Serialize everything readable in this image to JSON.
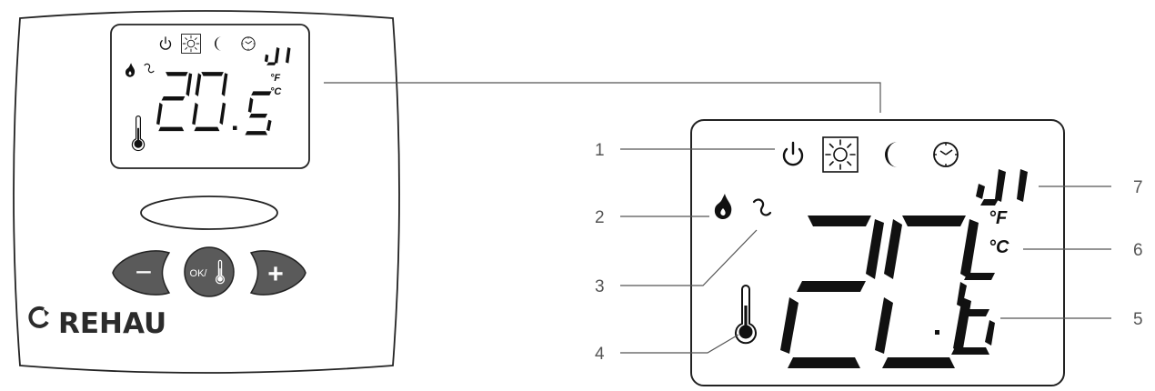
{
  "device": {
    "brand": "REHAU",
    "ok_button_label": "OK/",
    "minus_label": "−",
    "plus_label": "+"
  },
  "display": {
    "temperature_digits": "20",
    "decimal_digit": "5",
    "channel_label": "J1",
    "unit_f": "°F",
    "unit_c": "°C"
  },
  "icons": [
    "power-icon",
    "sun-icon",
    "moon-icon",
    "clock-icon",
    "flame-icon",
    "fan-icon",
    "thermometer-icon"
  ],
  "callouts": [
    {
      "number": "1",
      "target": "mode-icons"
    },
    {
      "number": "2",
      "target": "flame-icon"
    },
    {
      "number": "3",
      "target": "fan-icon"
    },
    {
      "number": "4",
      "target": "thermometer-icon"
    },
    {
      "number": "5",
      "target": "temperature-value"
    },
    {
      "number": "6",
      "target": "unit-indicator"
    },
    {
      "number": "7",
      "target": "channel-label"
    }
  ],
  "colors": {
    "button_fill": "#5a5a5a",
    "outline": "#222222",
    "callout_line": "#555555"
  }
}
